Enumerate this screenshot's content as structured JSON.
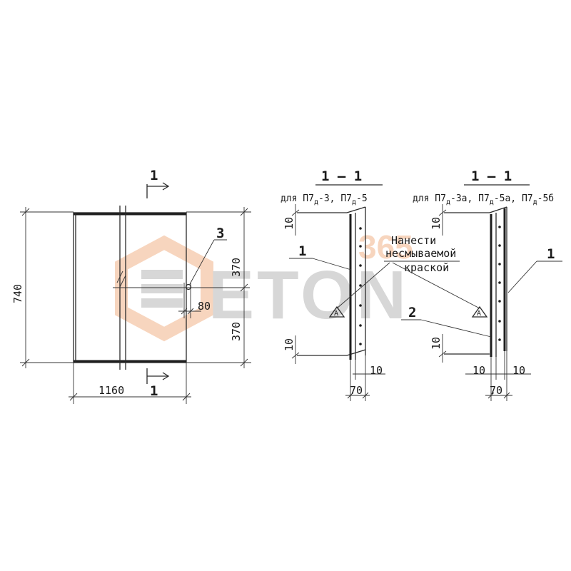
{
  "colors": {
    "ink": "#1e1e1e",
    "watermark_orange": "#f2b48a",
    "watermark_gray": "#b8b8b8"
  },
  "watermark": {
    "brand": "ETON",
    "number": "365"
  },
  "plan_view": {
    "dim_height": "740",
    "dim_width": "1160",
    "dim_upper": "370",
    "dim_lower": "370",
    "dim_small": "80",
    "callout": "3",
    "section_mark_top": "1",
    "section_mark_bottom": "1"
  },
  "section_a": {
    "title": "1 — 1",
    "subtitle_prefix": "для П7",
    "subtitle_parts": [
      {
        "base": "для П7",
        "sub": "д",
        "tail": "-3, "
      },
      {
        "base": "П7",
        "sub": "д",
        "tail": "-5"
      }
    ],
    "dim_top": "10",
    "dim_bottom": "10",
    "dim_right": "10",
    "dim_width": "70",
    "callout": "1",
    "marker": "А"
  },
  "section_b": {
    "title": "1 — 1",
    "subtitle_parts": [
      {
        "base": "для П7",
        "sub": "д",
        "tail": "-3а, "
      },
      {
        "base": "П7",
        "sub": "д",
        "tail": "-5а, "
      },
      {
        "base": "П7",
        "sub": "д",
        "tail": "-5б"
      }
    ],
    "dim_top": "10",
    "dim_bottom": "10",
    "dim_left": "10",
    "dim_right": "10",
    "dim_width": "70",
    "callout_1": "1",
    "callout_2": "2",
    "marker": "А"
  },
  "note": {
    "lines": [
      "Нанести",
      "несмываемой",
      "краской"
    ]
  }
}
